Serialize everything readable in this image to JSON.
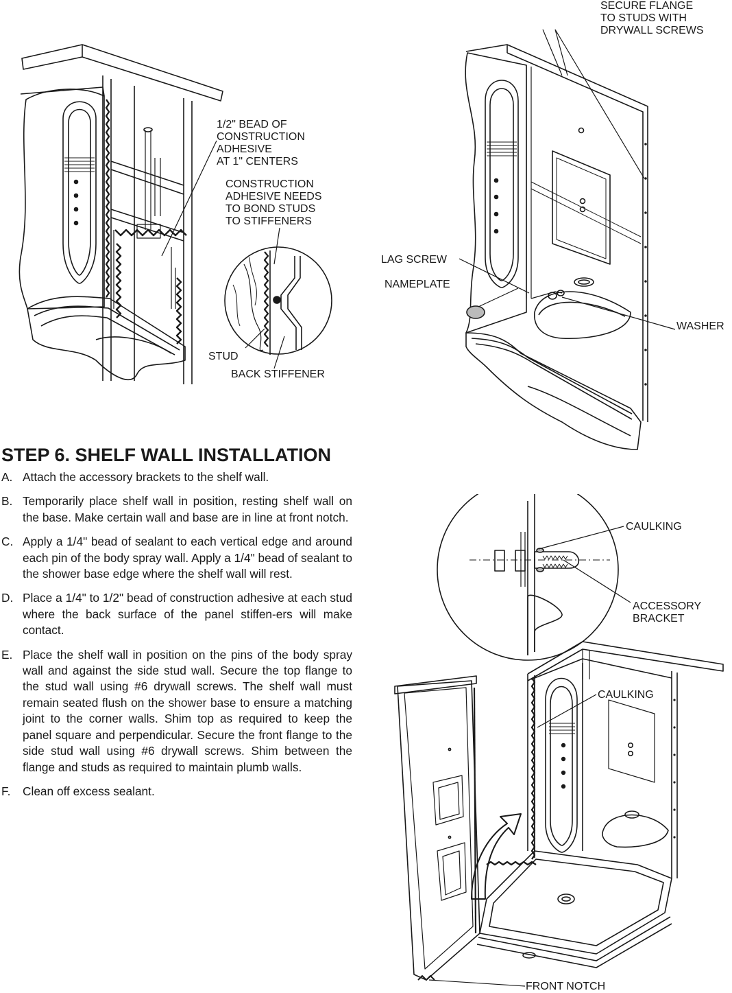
{
  "figure1": {
    "labels": {
      "bead": "1/2\" BEAD OF\nCONSTRUCTION\nADHESIVE\nAT 1\" CENTERS",
      "adhesive_note": "CONSTRUCTION\nADHESIVE NEEDS\nTO BOND STUDS\nTO STIFFENERS",
      "stud": "STUD",
      "back_stiffener": "BACK STIFFENER"
    }
  },
  "figure2": {
    "labels": {
      "secure_flange": "SECURE FLANGE\nTO STUDS WITH\nDRYWALL SCREWS",
      "lag_screw": "LAG SCREW",
      "nameplate": "NAMEPLATE",
      "washer": "WASHER"
    }
  },
  "step": {
    "title": "STEP 6.  SHELF WALL INSTALLATION",
    "items": [
      {
        "key": "A.",
        "text": "Attach the accessory brackets to the shelf wall."
      },
      {
        "key": "B.",
        "text": "Temporarily place shelf wall in position, resting shelf wall on the base. Make certain wall and base are in line at front notch."
      },
      {
        "key": "C.",
        "text": "Apply a 1/4\" bead of sealant to each vertical edge and around each pin of the body spray wall.  Apply a 1/4\" bead of sealant to the shower base edge where the shelf wall will rest."
      },
      {
        "key": "D.",
        "text": "Place a 1/4\" to 1/2\" bead of construction adhesive at each stud where the back surface of the panel stiffen-ers will make contact."
      },
      {
        "key": "E.",
        "text": "Place the shelf wall in position on the pins of  the body spray wall and against the side stud wall.  Secure the top flange to the stud wall using #6 drywall screws.  The shelf wall must remain seated flush on the shower base to ensure a matching joint to the corner walls.  Shim top as required to keep the panel square and perpendicular.  Secure the front flange to the side stud wall using #6 drywall screws. Shim between the flange and studs as required to maintain plumb walls."
      },
      {
        "key": "F.",
        "text": "Clean off excess sealant."
      }
    ]
  },
  "figure3": {
    "labels": {
      "caulking_top": "CAULKING",
      "accessory_bracket": "ACCESSORY\nBRACKET",
      "caulking_bottom": "CAULKING",
      "front_notch": "FRONT NOTCH"
    }
  }
}
